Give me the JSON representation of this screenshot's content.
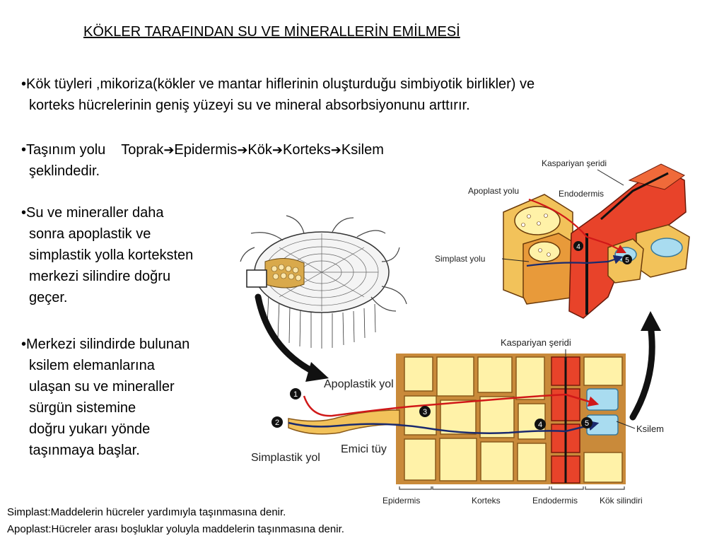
{
  "title": "KÖKLER TARAFINDAN SU VE MİNERALLERİN EMİLMESİ",
  "bullets": {
    "b1_line1": "•Kök tüyleri ,mikoriza(kökler ve mantar  hiflerinin oluşturduğu simbiyotik birlikler) ve",
    "b1_line2": "korteks hücrelerinin geniş yüzeyi su ve mineral absorbsiyonunu arttırır.",
    "b2_prefix": "•Taşınım yolu",
    "b2_path": [
      "Toprak",
      "Epidermis",
      "Kök",
      "Korteks",
      "Ksilem"
    ],
    "b2_arrow": "➔",
    "b2_line2": "şeklindedir.",
    "b3_lines": [
      "•Su ve mineraller daha",
      "sonra apoplastik ve",
      "simplastik yolla korteksten",
      "merkezi silindire doğru",
      "geçer."
    ],
    "b4_lines": [
      "•Merkezi silindirde bulunan",
      "ksilem elemanlarına",
      "ulaşan su ve mineraller",
      "sürgün sistemine",
      "doğru yukarı yönde",
      "taşınmaya başlar."
    ]
  },
  "definitions": {
    "simplast": "Simplast:Maddelerin hücreler yardımıyla taşınmasına denir.",
    "apoplast": "Apoplast:Hücreler arası boşluklar yoluyla maddelerin taşınmasına denir."
  },
  "diagram_top": {
    "kaspariyan": "Kaspariyan şeridi",
    "apoplast_yolu": "Apoplast yolu",
    "endodermis": "Endodermis",
    "simplast_yolu": "Simplast yolu",
    "num4": "4",
    "num5": "5"
  },
  "diagram_bottom": {
    "kaspariyan": "Kaspariyan  şeridi",
    "apoplastik_yol": "Apoplastik yol",
    "simplastik_yol": "Simplastik yol",
    "emici_tuy": "Emici tüy",
    "ksilem": "Ksilem",
    "num1": "1",
    "num2": "2",
    "num3": "3",
    "num4": "4",
    "num5": "5",
    "regions": [
      "Epidermis",
      "Korteks",
      "Endodermis",
      "Kök silindiri"
    ]
  },
  "colors": {
    "cortex_fill": "#fff2a8",
    "cell_wall": "#c98a3a",
    "endodermis": "#e8432a",
    "xylem": "#a9dcf0",
    "apoplast_path": "#d01818",
    "simplast_path": "#1a2a6e"
  }
}
